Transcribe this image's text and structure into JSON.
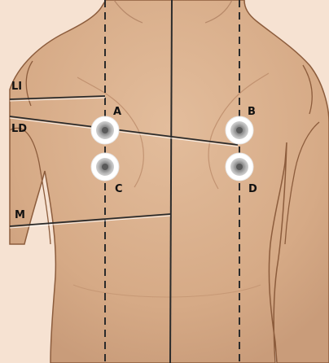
{
  "figure": {
    "kind": "back-anatomy-electrode-placement"
  },
  "line_labels": {
    "li": "LI",
    "ld": "LD",
    "m": "M"
  },
  "point_labels": {
    "a": "A",
    "b": "B",
    "c": "C",
    "d": "D"
  },
  "colors": {
    "skin": "#dcb28f",
    "skin_shadow": "#c99c7a",
    "background": "#f6e2d2",
    "outline": "#8c5c3c",
    "lines": "#2b2b2b",
    "electrode_ring": "#ffffff",
    "electrode_center": "#5a5a5a"
  }
}
